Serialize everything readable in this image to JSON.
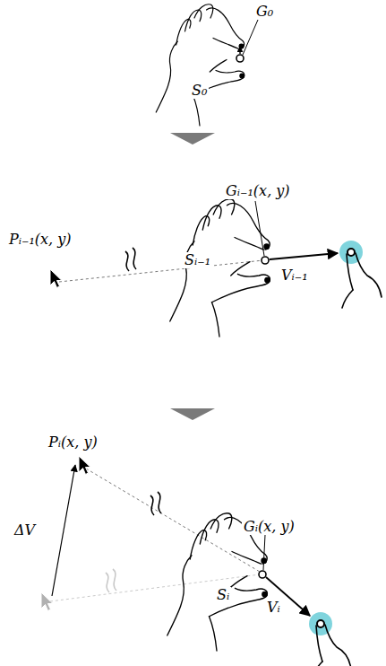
{
  "diagram": {
    "labels": [
      "G₀",
      "S₀",
      "Pᵢ₋₁(x, y)",
      "Gᵢ₋₁(x, y)",
      "Sᵢ₋₁",
      "Vᵢ₋₁",
      "Pᵢ(x, y)",
      "ΔV",
      "Gᵢ(x, y)",
      "Sᵢ",
      "Vᵢ"
    ]
  }
}
